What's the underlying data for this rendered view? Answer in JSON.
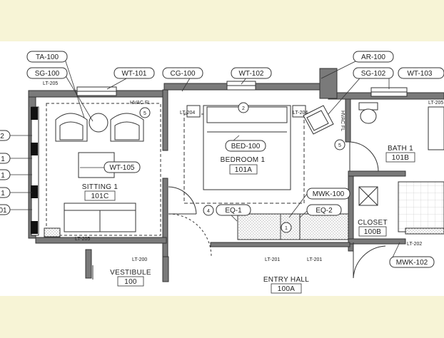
{
  "colors": {
    "page_background": "#f7f4d6",
    "drawing_background": "#ffffff",
    "wall_fill": "#7a7a7a",
    "line": "#333333",
    "hatch": "#8a8a8a"
  },
  "equipment_tags": {
    "ta_100": "TA-100",
    "sg_100": "SG-100",
    "wt_101": "WT-101",
    "cg_100": "CG-100",
    "wt_102": "WT-102",
    "ar_100": "AR-100",
    "sg_102": "SG-102",
    "wt_103": "WT-103",
    "bed_100": "BED-100",
    "wt_105": "WT-105",
    "mwk_100": "MWK-100",
    "eq_1": "EQ-1",
    "eq_2": "EQ-2",
    "mwk_102": "MWK-102",
    "left_tag_a": "2",
    "left_tag_b": "1",
    "left_tag_c": "1",
    "left_tag_d": "1",
    "left_tag_e": "01"
  },
  "rooms": {
    "bedroom": {
      "name": "BEDROOM 1",
      "number": "101A"
    },
    "sitting": {
      "name": "SITTING 1",
      "number": "101C"
    },
    "bath": {
      "name": "BATH 1",
      "number": "101B"
    },
    "closet": {
      "name": "CLOSET",
      "number": "100B"
    },
    "vestibule": {
      "name": "VESTIBULE",
      "number": "100"
    },
    "entry_hall": {
      "name": "ENTRY HALL",
      "number": "100A"
    }
  },
  "small_labels": {
    "hvac_fl_top": "HVAC FL",
    "hvac_fl_side": "HVAC FL",
    "lt_204_left": "LT-204",
    "lt_204_right": "LT-204",
    "lt_205": "LT-205",
    "lt_200": "LT-200",
    "lt_201_a": "LT-201",
    "lt_201_b": "LT-201",
    "lt_202": "LT-202",
    "lt_205_top": "LT-205",
    "lt_205_bath": "LT-205"
  },
  "keynotes": {
    "k5_sitting": "5",
    "k2_bedroom": "2",
    "k5_bedroom": "5",
    "k4_hall": "4",
    "k1_hall": "1"
  }
}
